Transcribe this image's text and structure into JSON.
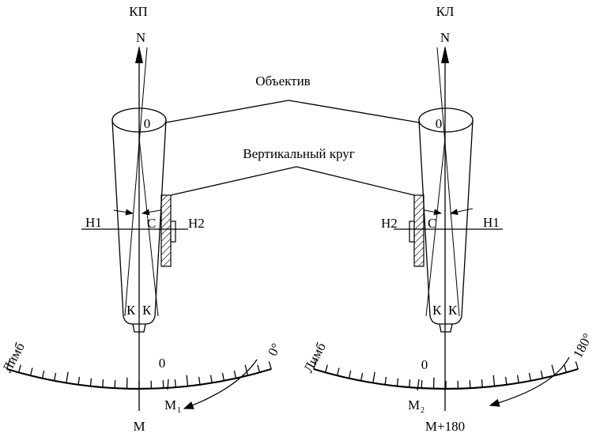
{
  "left": {
    "title": "КП",
    "north": "N",
    "zero_top": "0",
    "h_left": "H1",
    "h_center": "C",
    "h_right": "H2",
    "k1": "К",
    "k2": "К",
    "arc_label": "Лимб",
    "arc_zero": "0",
    "arc_end": "0°",
    "m_point": "M",
    "m_point_sub": "1",
    "bottom": "M"
  },
  "right": {
    "title": "КЛ",
    "north": "N",
    "zero_top": "0",
    "h_left": "H2",
    "h_center": "C",
    "h_right": "H1",
    "k1": "К",
    "k2": "К",
    "arc_label": "Лимб",
    "arc_zero": "0",
    "arc_end": "180°",
    "m_point": "M",
    "m_point_sub": "2",
    "bottom": "M+180"
  },
  "callouts": {
    "objective": "Объектив",
    "vertical_circle": "Вертикальный круг"
  }
}
